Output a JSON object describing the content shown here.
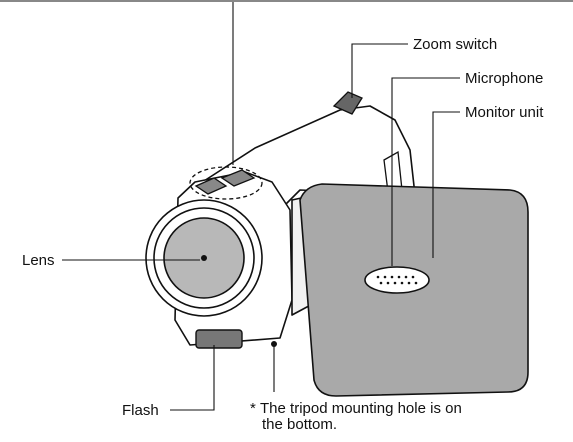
{
  "labels": {
    "zoom_switch": "Zoom switch",
    "microphone": "Microphone",
    "monitor_unit": "Monitor unit",
    "lens": "Lens",
    "flash": "Flash"
  },
  "footnote": {
    "marker": "*",
    "line1": "The tripod mounting hole is on",
    "line2": "the bottom."
  },
  "colors": {
    "line": "#111111",
    "monitor_fill": "#a9a9a9",
    "lens_fill": "#b8b8b8",
    "body_fill": "#ffffff"
  }
}
